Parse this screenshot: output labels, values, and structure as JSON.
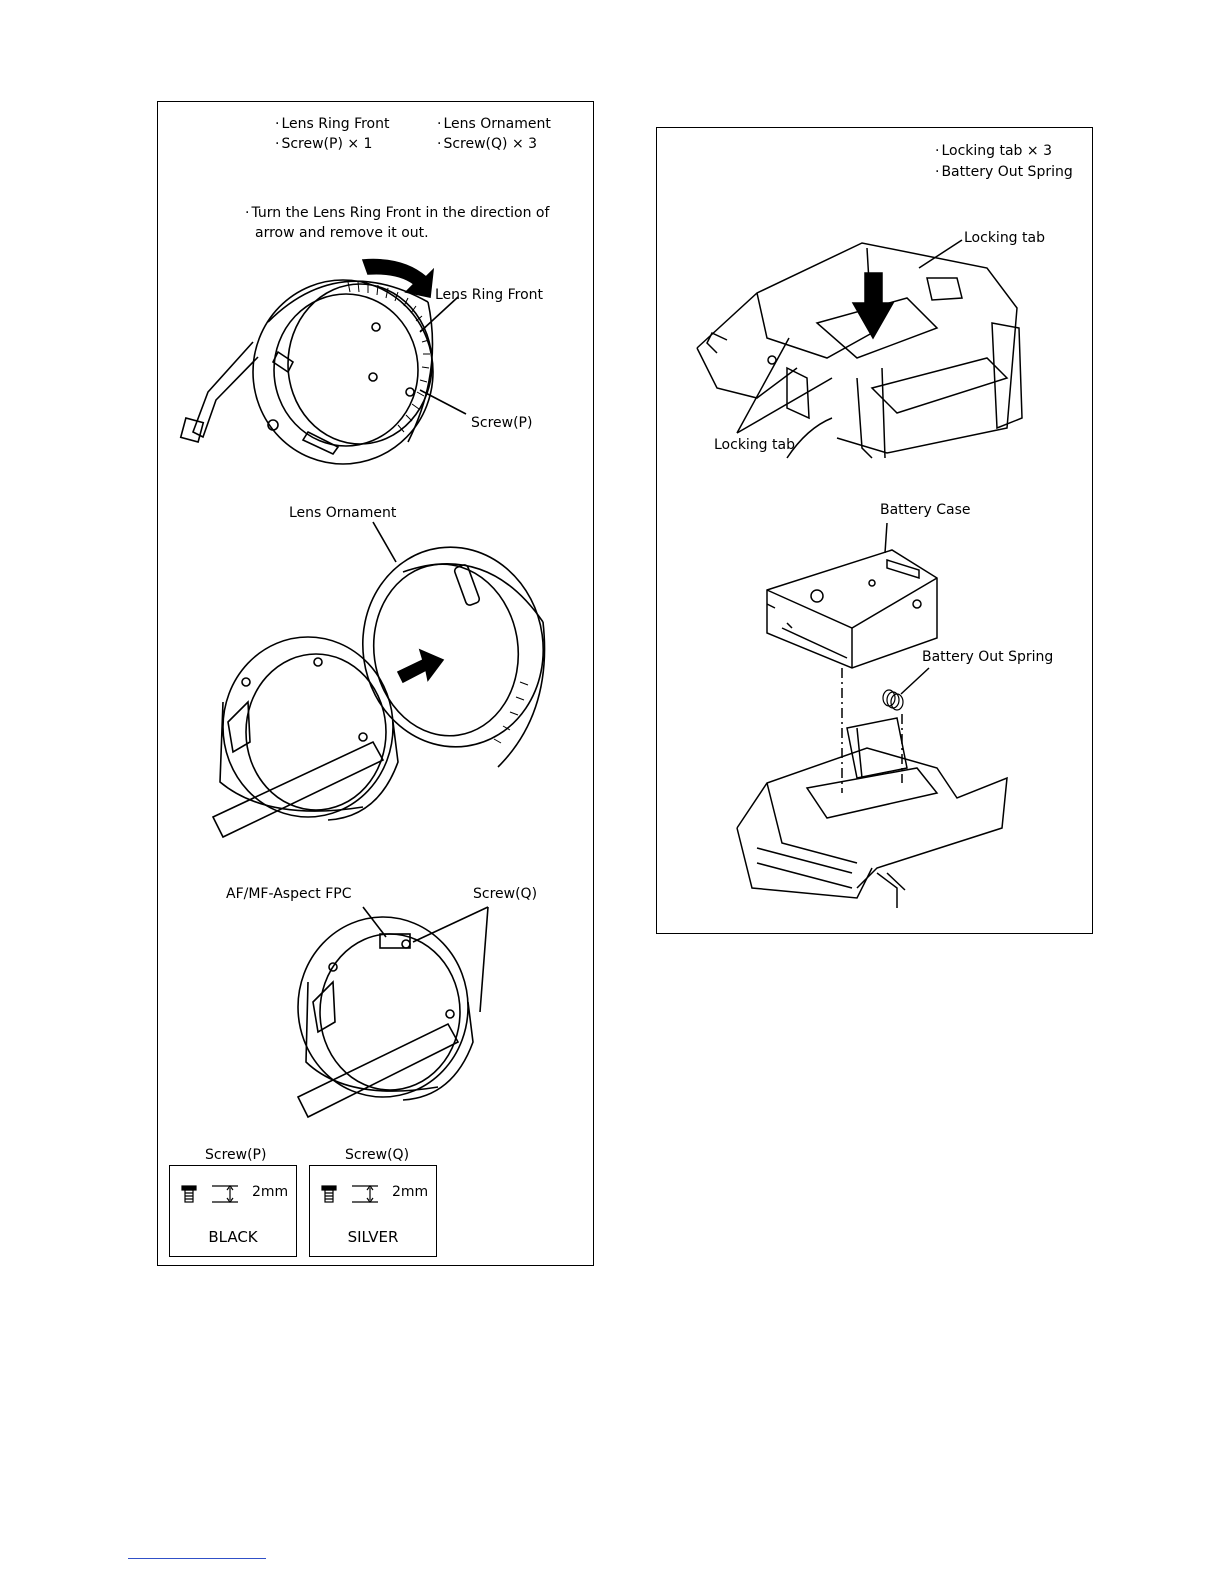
{
  "left_panel": {
    "parts": [
      "Lens Ring Front",
      "Lens Ornament",
      "Screw(P) × 1",
      "Screw(Q) × 3"
    ],
    "instruction_line1": "Turn the Lens Ring Front in the direction of",
    "instruction_line2": "arrow and remove it out.",
    "callouts": {
      "lens_ring_front": "Lens Ring Front",
      "screw_p": "Screw(P)",
      "lens_ornament": "Lens Ornament",
      "af_mf_fpc": "AF/MF-Aspect FPC",
      "screw_q": "Screw(Q)"
    },
    "screw_specs": [
      {
        "title": "Screw(P)",
        "size": "2mm",
        "color": "BLACK"
      },
      {
        "title": "Screw(Q)",
        "size": "2mm",
        "color": "SILVER"
      }
    ]
  },
  "right_panel": {
    "parts": [
      "Locking tab × 3",
      "Battery Out Spring"
    ],
    "callouts": {
      "locking_tab_top": "Locking tab",
      "locking_tab_left": "Locking tab",
      "battery_case": "Battery Case",
      "battery_out_spring": "Battery Out Spring"
    }
  }
}
